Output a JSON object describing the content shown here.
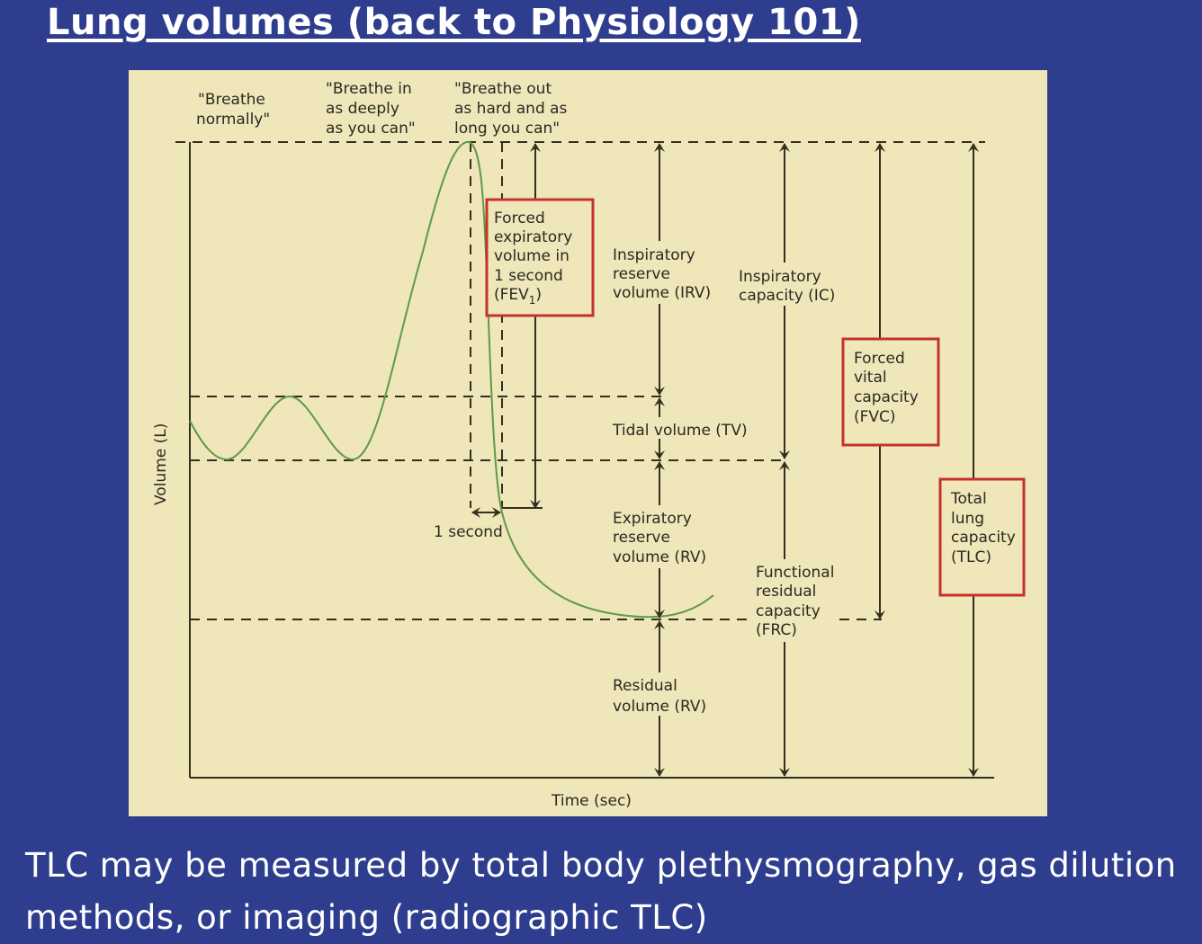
{
  "slide": {
    "title": "Lung volumes (back to Physiology 101)",
    "caption_lines": [
      "TLC may be measured by total body plethysmography, gas dilution",
      "methods, or imaging (radiographic TLC)"
    ]
  },
  "diagram": {
    "y_axis_label": "Volume (L)",
    "x_axis_label": "Time (sec)",
    "instructions": {
      "normal": [
        "\"Breathe",
        "normally\""
      ],
      "in": [
        "\"Breathe in",
        "as deeply",
        "as you can\""
      ],
      "out": [
        "\"Breathe out",
        "as hard and as",
        "long you can\""
      ]
    },
    "one_second": "1 second",
    "fev1": [
      "Forced",
      "expiratory",
      "volume in",
      "1 second",
      "(FEV",
      "1",
      ")"
    ],
    "irv": [
      "Inspiratory",
      "reserve",
      "volume (IRV)"
    ],
    "ic": [
      "Inspiratory",
      "capacity (IC)"
    ],
    "tv": "Tidal volume (TV)",
    "erv": [
      "Expiratory",
      "reserve",
      "volume (RV)"
    ],
    "rv": [
      "Residual",
      "volume (RV)"
    ],
    "frc": [
      "Functional",
      "residual",
      "capacity",
      "(FRC)"
    ],
    "fvc": [
      "Forced",
      "vital",
      "capacity",
      "(FVC)"
    ],
    "tlc": [
      "Total",
      "lung",
      "capacity",
      "(TLC)"
    ],
    "colors": {
      "curve": "#5e9a48",
      "highlight_box": "#c4332b",
      "panel": "#efe6b9",
      "background": "#2f3d8e"
    }
  }
}
